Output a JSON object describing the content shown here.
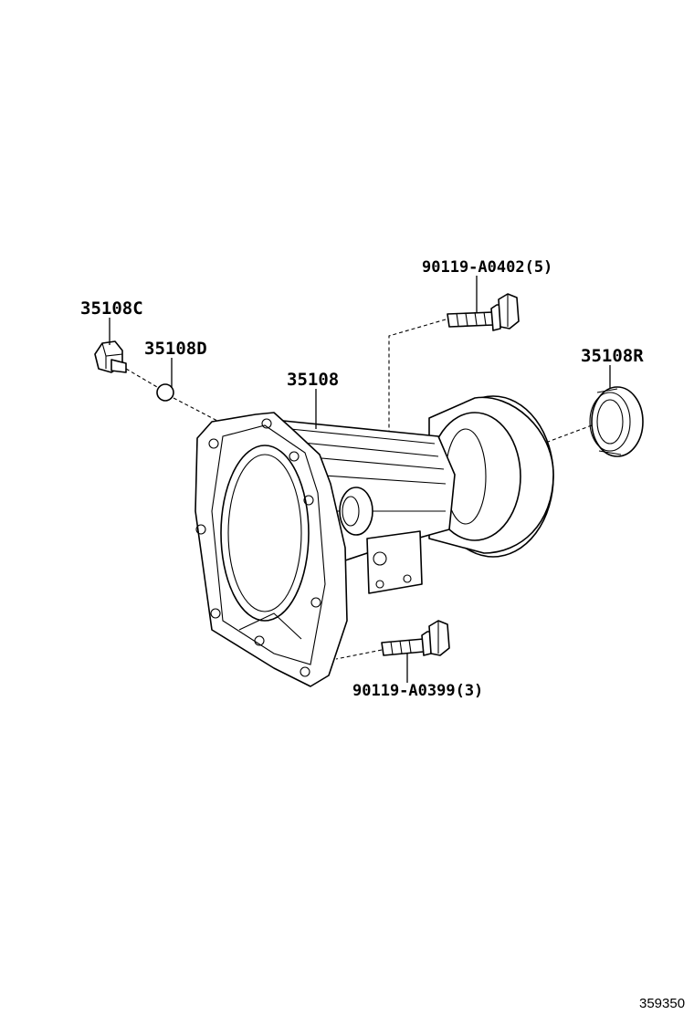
{
  "diagram": {
    "figure_number": "359350",
    "callouts": [
      {
        "id": "plug",
        "part_number": "35108C"
      },
      {
        "id": "gasket",
        "part_number": "35108D"
      },
      {
        "id": "housing",
        "part_number": "35108"
      },
      {
        "id": "bolt-upper",
        "part_number": "90119-A0402(5)"
      },
      {
        "id": "oil-seal",
        "part_number": "35108R"
      },
      {
        "id": "bolt-lower",
        "part_number": "90119-A0399(3)"
      }
    ]
  }
}
